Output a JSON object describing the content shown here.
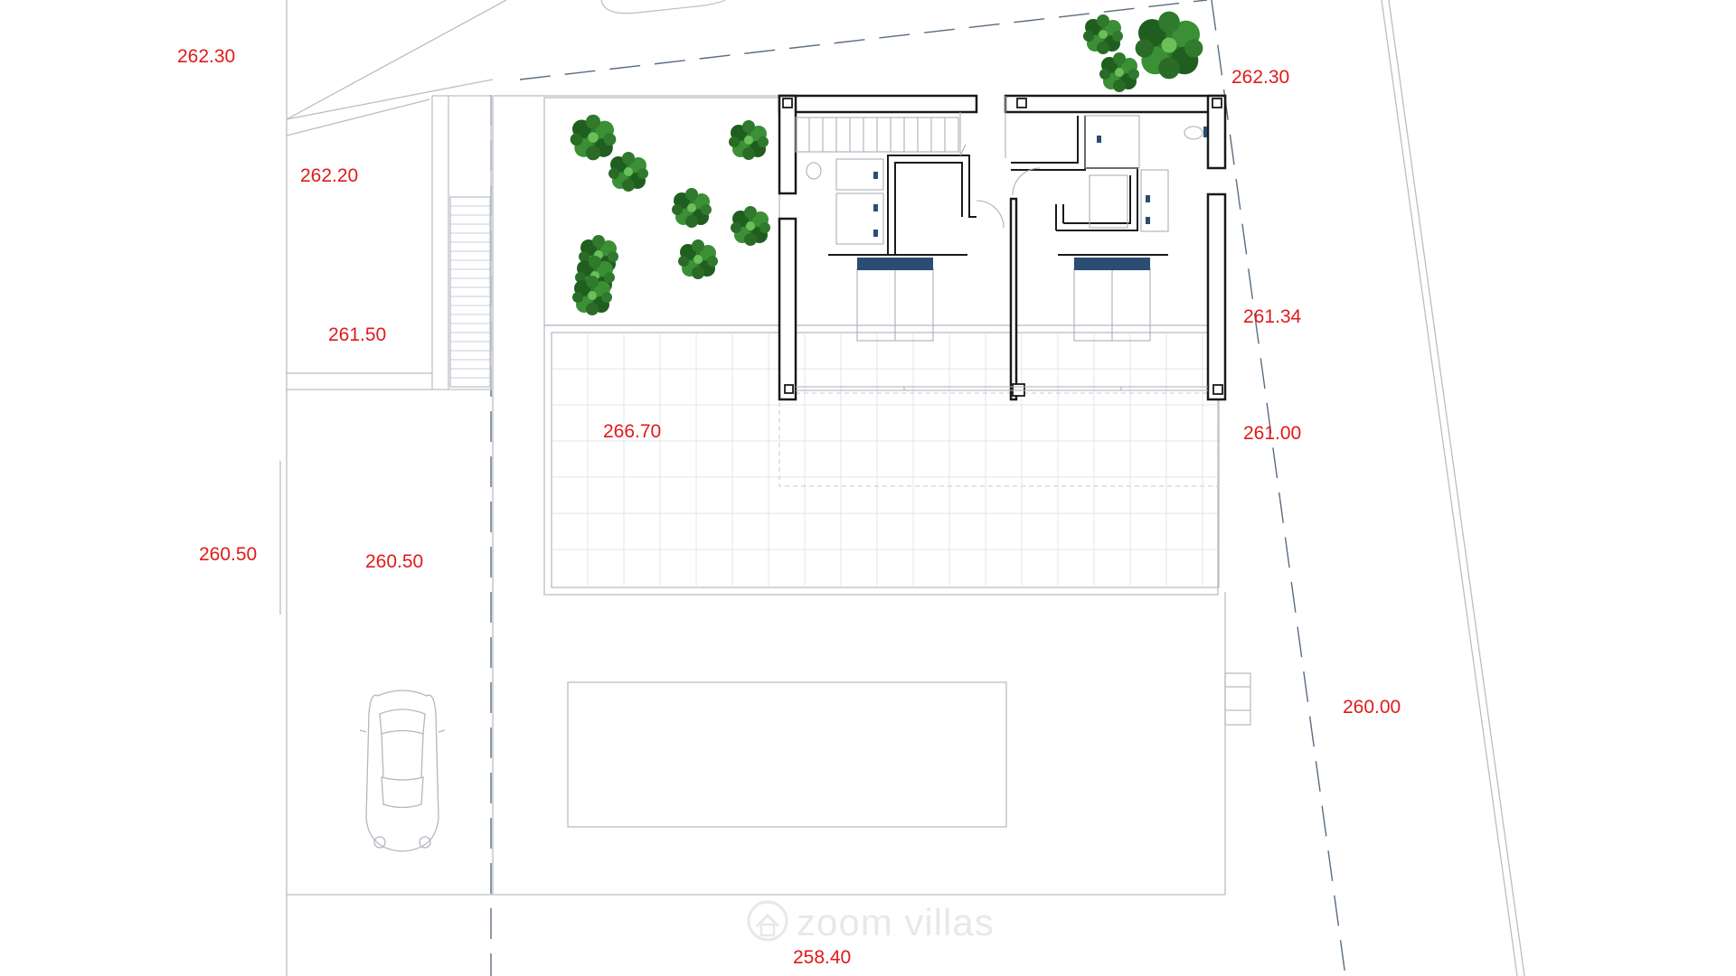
{
  "levels": {
    "top_left": "262.30",
    "top_right": "262.30",
    "upper_left": "262.20",
    "left_mid": "261.50",
    "terrace": "266.70",
    "right_upper": "261.34",
    "right_mid": "261.00",
    "far_left": "260.50",
    "left_parking": "260.50",
    "right_lower": "260.00",
    "bottom": "258.40"
  },
  "watermark": {
    "brand": "zoom villas",
    "icon": "house-swoosh-icon"
  },
  "colors": {
    "level_text": "#e01a1a",
    "line": "#b8bec6",
    "wall": "#1a1a1a",
    "furniture_accent": "#2b4d73",
    "tree": "#2e7d32"
  }
}
